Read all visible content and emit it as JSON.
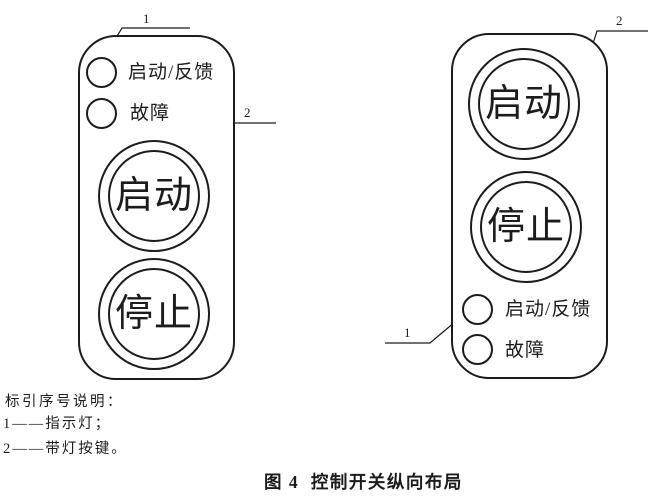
{
  "figure": {
    "caption": "图 4  控制开关纵向布局"
  },
  "legend": {
    "heading": "标引序号说明：",
    "items": [
      {
        "text": "1——指示灯；"
      },
      {
        "text": "2——带灯按键。"
      }
    ]
  },
  "panels": {
    "left": {
      "lamp_start_feedback_label": "启动/反馈",
      "lamp_fault_label": "故障",
      "start_button_label": "启动",
      "stop_button_label": "停止",
      "callout_indicator_lamp": "1",
      "callout_illuminated_button": "2"
    },
    "right": {
      "lamp_start_feedback_label": "启动/反馈",
      "lamp_fault_label": "故障",
      "start_button_label": "启动",
      "stop_button_label": "停止",
      "callout_indicator_lamp": "1",
      "callout_illuminated_button": "2"
    }
  },
  "colors": {
    "line": "#1c1c1c",
    "background": "#ffffff"
  }
}
